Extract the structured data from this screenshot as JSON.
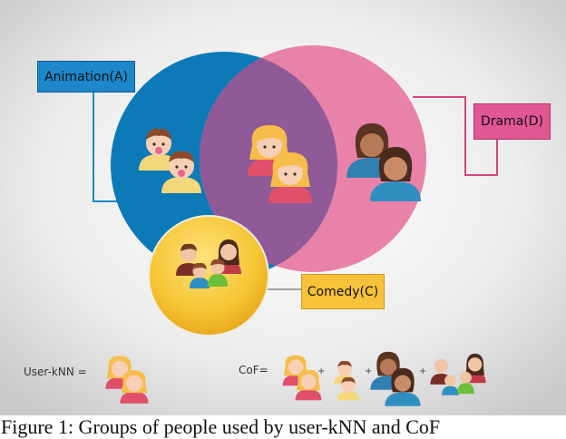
{
  "labels": {
    "animation": "Animation(A)",
    "drama": "Drama(D)",
    "comedy": "Comedy(C)"
  },
  "formula": {
    "user_knn": "User-kNN =",
    "cof": "CoF=",
    "plus": "+"
  },
  "caption": "Figure 1: Groups of people used by user-kNN and CoF",
  "colors": {
    "animation": "#0d7ab8",
    "drama": "#e882a8",
    "overlap": "#8f5a97",
    "comedy": "#f5c533",
    "background_center": "#ffffff",
    "background_edge": "#cfcfcf"
  }
}
